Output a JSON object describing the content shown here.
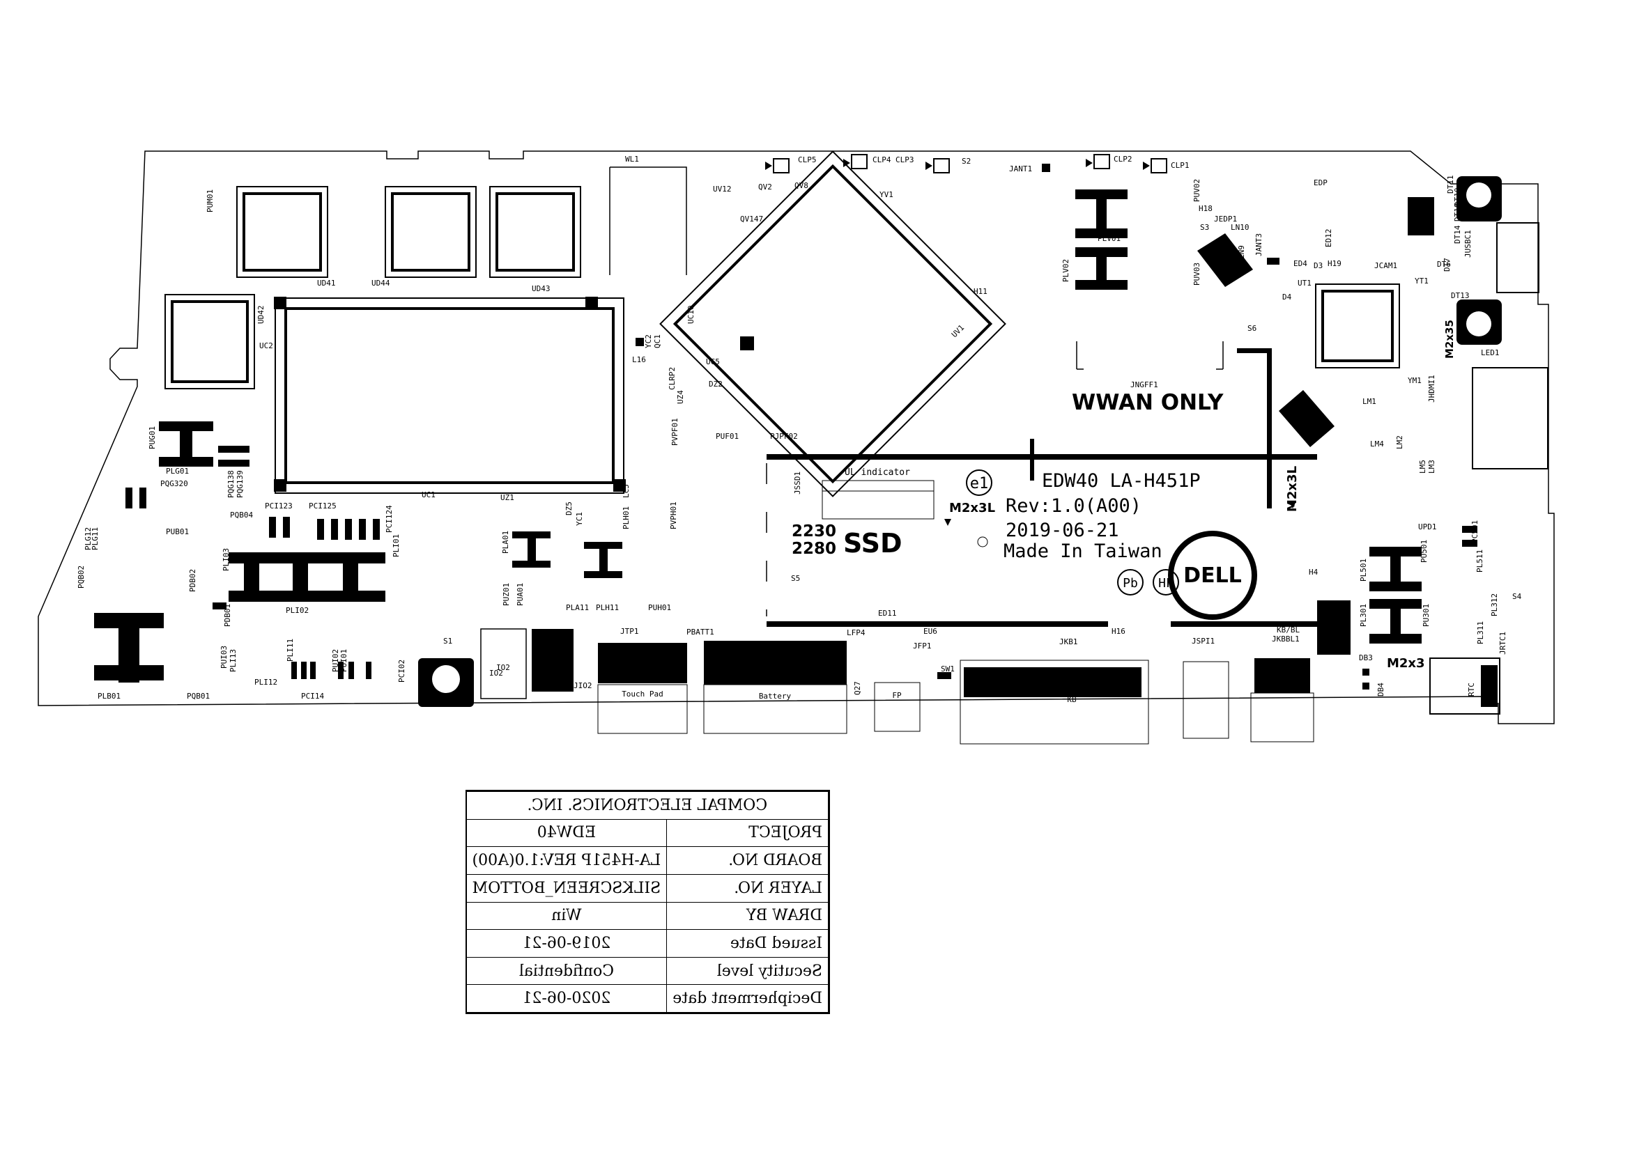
{
  "board": {
    "main_labels": {
      "wwan": "WWAN ONLY",
      "board_id": "EDW40 LA-H451P",
      "rev": "Rev:1.0(A00)",
      "date": "2019-06-21",
      "made_in": "Made In Taiwan",
      "ssd_2230": "2230",
      "ssd_2280": "2280",
      "ssd": "SSD",
      "e1": "e1",
      "m2x3l_a": "M2x3L",
      "m2x3l_b": "M2x3L",
      "m2x35": "M2x35",
      "m2x3": "M2x3",
      "pb": "Pb",
      "hf": "HF",
      "ul": "UL indicator",
      "logo": "DELL"
    },
    "connectors": {
      "touch_pad": "Touch Pad",
      "battery": "Battery",
      "fp": "FP",
      "kb": "KB",
      "rtc": "RTC",
      "io2": "IO2"
    },
    "refdes": [
      "WL1",
      "CLP5",
      "CLP4",
      "CLP3",
      "S2",
      "JANT1",
      "CLP2",
      "CLP1",
      "EDP",
      "QV2",
      "QV8",
      "UV12",
      "YV1",
      "QV147",
      "PUM01",
      "UD41",
      "UD44",
      "UD43",
      "UD42",
      "UC2",
      "H11",
      "PLV01",
      "PLV02",
      "PUV02",
      "PUV03",
      "H18",
      "JEDP1",
      "S3",
      "LN10",
      "LN9",
      "JANT3",
      "ED12",
      "ED4",
      "D3",
      "H19",
      "JCAM1",
      "YT1",
      "DT6",
      "DT13",
      "UT1",
      "D4",
      "S6",
      "UV1",
      "UC10",
      "UC5",
      "L16",
      "YC2",
      "QC1",
      "CLRP2",
      "DZ2",
      "UZ4",
      "PVPF01",
      "PUF01",
      "PJPF02",
      "JNGFF1",
      "LED1",
      "YM1",
      "JHDMI1",
      "LM1",
      "LM4",
      "LM2",
      "LM5",
      "LM3",
      "PLG01",
      "PUG01",
      "PQG320",
      "PQG138",
      "PQG139",
      "PQB04",
      "PCI123",
      "PCI125",
      "PCI124",
      "UC1",
      "UZ1",
      "DZ5",
      "YC1",
      "LC5",
      "PLH01",
      "PUH01",
      "PVPH01",
      "JSSD1",
      "S5",
      "ED11",
      "LFP4",
      "EU6",
      "JFP1",
      "H16",
      "SW1",
      "JKB1",
      "JSPI1",
      "KB/BL",
      "JKBBL1",
      "PL501",
      "PU501",
      "UPD1",
      "PC501",
      "PL511",
      "H4",
      "PL301",
      "PU301",
      "PL312",
      "PL311",
      "S4",
      "JRTC1",
      "DB3",
      "DB4",
      "PLG12",
      "PLG11",
      "PQB02",
      "PUB01",
      "PDB02",
      "PLI03",
      "PLI01",
      "PLI02",
      "PLA01",
      "PUZ01",
      "PUA01",
      "PLA11",
      "PLH11",
      "S1",
      "IO2",
      "JIO2",
      "JTP1",
      "PBATT1",
      "Q27",
      "PLB01",
      "PQB01",
      "PCI14",
      "PCI02",
      "PUI02",
      "PUI01",
      "PLI12",
      "PLI11",
      "PUI03",
      "PLI13",
      "PDB01",
      "DT14",
      "DT18",
      "DT11",
      "JUSBC1",
      "DT10",
      "DT7"
    ]
  },
  "title_block": {
    "company": "COMPAL ELECTRONICS. INC.",
    "rows": [
      {
        "key": "PROJECT",
        "value": "EDW40"
      },
      {
        "key": "BOARD NO.",
        "value": "LA-H451P REV:1.0(A00)"
      },
      {
        "key": "LAYER NO.",
        "value": "SILKSCREEN_BOTTOM"
      },
      {
        "key": "DRAW BY",
        "value": "Win"
      },
      {
        "key": "Issued Date",
        "value": "2019-06-21"
      },
      {
        "key": "Secutity level",
        "value": "Confidential"
      },
      {
        "key": "Decipherment date",
        "value": "2020-06-21"
      }
    ]
  }
}
